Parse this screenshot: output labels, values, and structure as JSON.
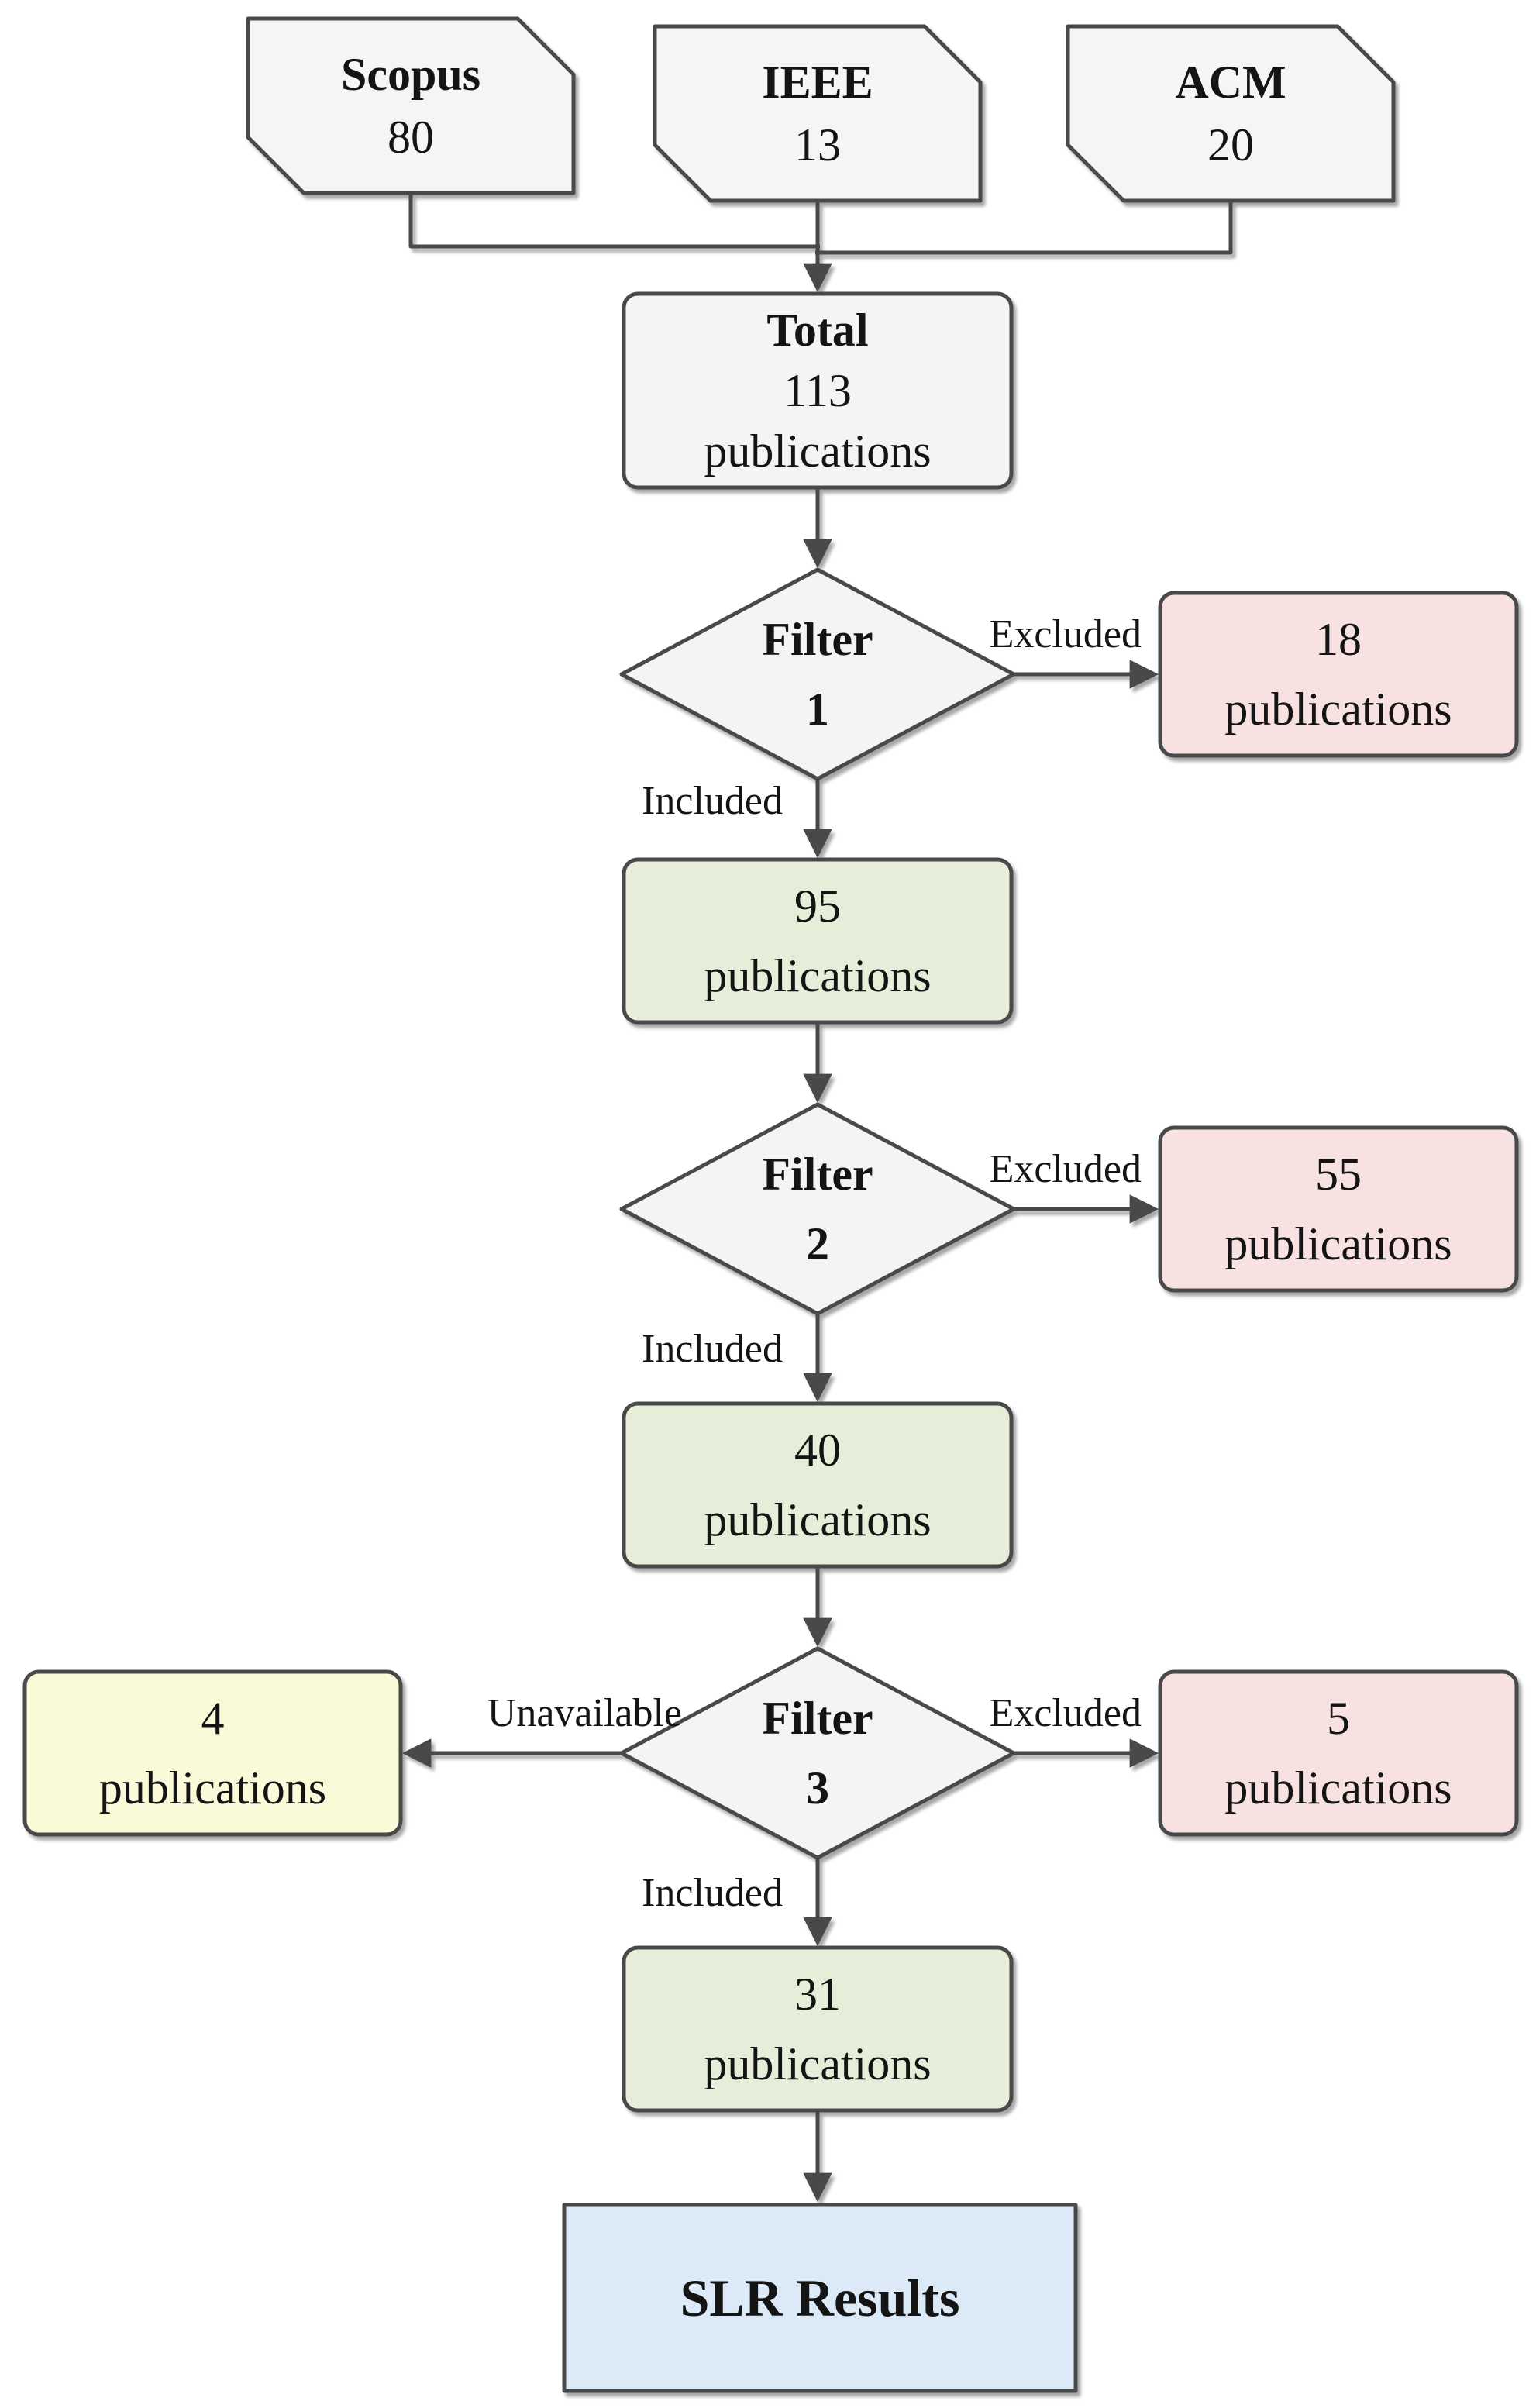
{
  "diagram": {
    "sources": [
      {
        "name": "Scopus",
        "count": "80"
      },
      {
        "name": "IEEE",
        "count": "13"
      },
      {
        "name": "ACM",
        "count": "20"
      }
    ],
    "total": {
      "title": "Total",
      "count": "113",
      "unit": "publications"
    },
    "filters": [
      {
        "title": "Filter",
        "number": "1"
      },
      {
        "title": "Filter",
        "number": "2"
      },
      {
        "title": "Filter",
        "number": "3"
      }
    ],
    "excluded": [
      {
        "count": "18",
        "unit": "publications"
      },
      {
        "count": "55",
        "unit": "publications"
      },
      {
        "count": "5",
        "unit": "publications"
      }
    ],
    "included": [
      {
        "count": "95",
        "unit": "publications"
      },
      {
        "count": "40",
        "unit": "publications"
      },
      {
        "count": "31",
        "unit": "publications"
      }
    ],
    "unavailable": {
      "count": "4",
      "unit": "publications"
    },
    "result": {
      "title": "SLR Results"
    },
    "edge_labels": {
      "excluded": "Excluded",
      "included": "Included",
      "unavailable": "Unavailable"
    }
  },
  "colors": {
    "source_fill": "#f5f5f5",
    "process_fill": "#f4f4f4",
    "excluded_fill": "#f8e1e1",
    "included_fill": "#e6eeda",
    "unavailable_fill": "#fafad9",
    "result_fill": "#dce9f6",
    "stroke": "#4a4a4a",
    "text": "#141414"
  }
}
